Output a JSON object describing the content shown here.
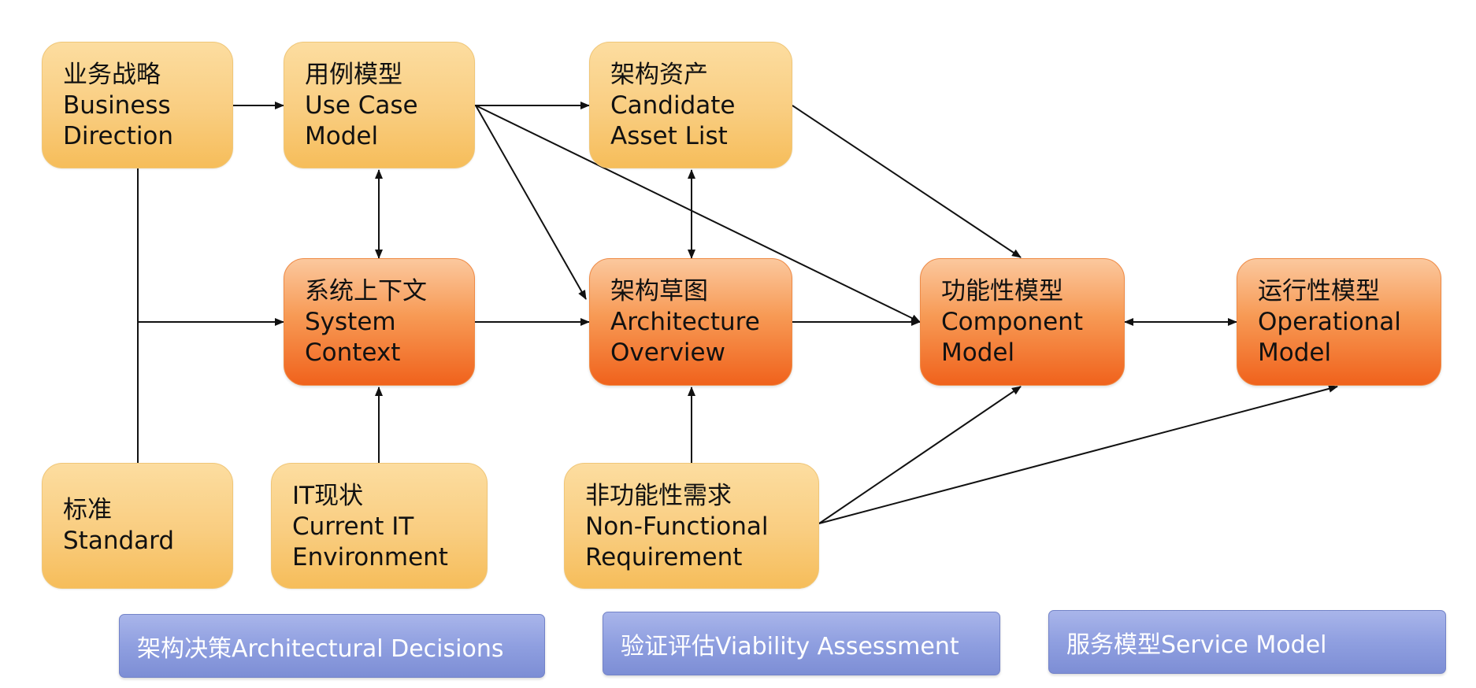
{
  "nodes": {
    "business_direction": {
      "zh": "业务战略",
      "en1": "Business",
      "en2": "Direction"
    },
    "use_case_model": {
      "zh": "用例模型",
      "en1": "Use Case",
      "en2": "Model"
    },
    "candidate_asset_list": {
      "zh": "架构资产",
      "en1": "Candidate",
      "en2": "Asset List"
    },
    "system_context": {
      "zh": "系统上下文",
      "en1": "System",
      "en2": "Context"
    },
    "architecture_overview": {
      "zh": "架构草图",
      "en1": "Architecture",
      "en2": "Overview"
    },
    "component_model": {
      "zh": "功能性模型",
      "en1": "Component",
      "en2": "Model"
    },
    "operational_model": {
      "zh": "运行性模型",
      "en1": "Operational",
      "en2": "Model"
    },
    "standard": {
      "zh": "标准",
      "en1": "Standard"
    },
    "current_it_environment": {
      "zh": "IT现状",
      "en1": "Current IT",
      "en2": "Environment"
    },
    "non_functional_requirement": {
      "zh": "非功能性需求",
      "en1": "Non-Functional",
      "en2": "Requirement"
    }
  },
  "bars": {
    "architectural_decisions": "架构决策Architectural Decisions",
    "viability_assessment": "验证评估Viability Assessment",
    "service_model": "服务模型Service Model"
  },
  "colors": {
    "light_box": "#f9cd80",
    "dark_box": "#f0621c",
    "bar": "#8f9fe0",
    "edge": "#111111"
  }
}
